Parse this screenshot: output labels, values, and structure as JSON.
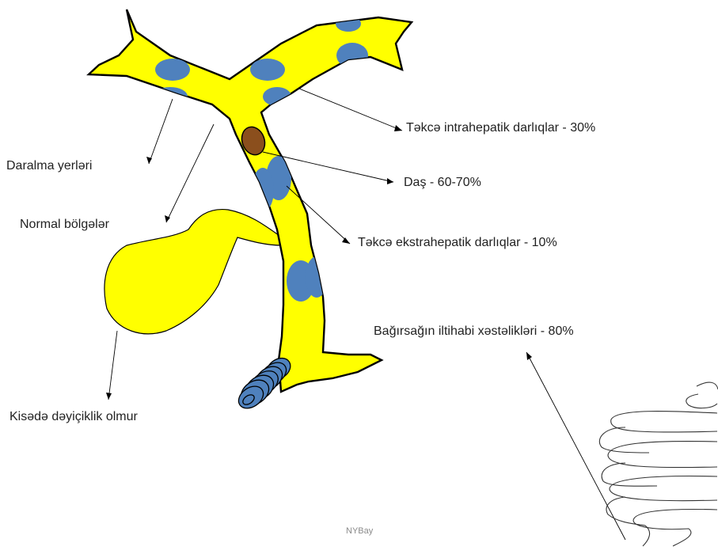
{
  "labels": {
    "intrahepatic": "Təkcə intrahepatik darlıqlar - 30%",
    "stone": "Daş - 60-70%",
    "extrahepatic": "Təkcə ekstrahepatik darlıqlar - 10%",
    "ibd": "Bağırsağın iltihabi xəstəlikləri - 80%",
    "strictures": "Daralma yerləri",
    "normal": "Normal bölgələr",
    "gallbladder": "Kisədə dəyiçiklik olmur"
  },
  "credit": "NYBay",
  "colors": {
    "duct": "#ffff00",
    "stricture": "#4f81bd",
    "stone": "#8b4f1d",
    "outline": "#000000",
    "text": "#222222"
  },
  "icons": {
    "duodenum": "coil-icon",
    "intestine": "intestine-icon"
  }
}
